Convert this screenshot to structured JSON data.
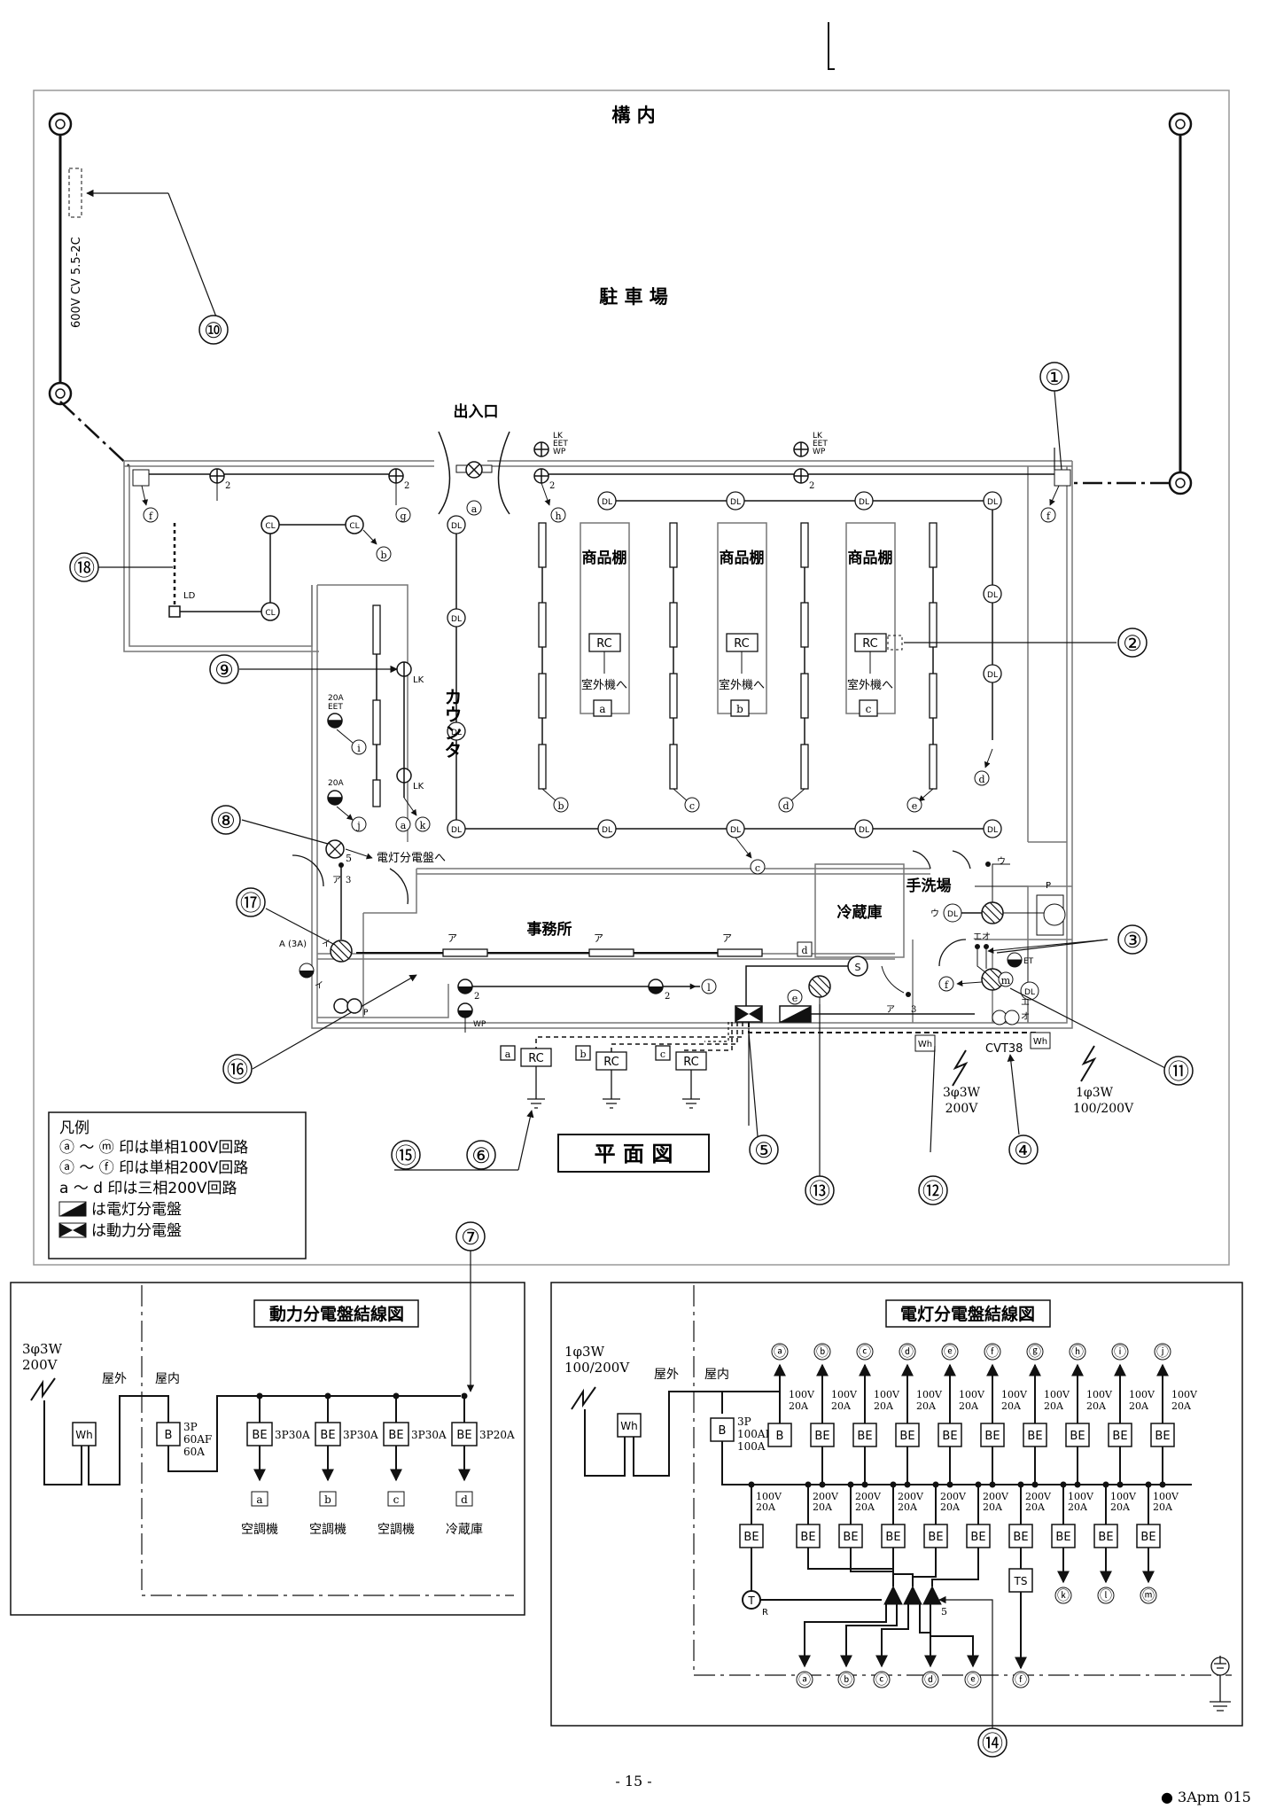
{
  "plan": {
    "site_label": "構 内",
    "parking_label": "駐 車 場",
    "entrance_label": "出入口",
    "cable_label": "600V CV 5.5-2C",
    "shelf_label": "商品棚",
    "outdoor_unit_label": "室外機へ",
    "counter_label": "カウンタ",
    "office_label": "事務所",
    "fridge_room_label": "冷蔵庫",
    "washroom_label": "手洗場",
    "panel_arrow_label": "電灯分電盤へ",
    "title": "平 面 図",
    "supply_3phase": "3φ3W",
    "supply_3phase_v": "200V",
    "supply_1phase": "1φ3W",
    "supply_1phase_v": "100/200V",
    "cvt_label": "CVT38",
    "lk_wp": [
      "LK",
      "EET",
      "WP"
    ],
    "outlet_20a": "20A",
    "outlet_eet": "EET",
    "a3a": "A (3A)",
    "numbers": [
      "①",
      "②",
      "③",
      "④",
      "⑤",
      "⑥",
      "⑦",
      "⑧",
      "⑨",
      "⑩",
      "⑪",
      "⑫",
      "⑬",
      "⑭",
      "⑮",
      "⑯",
      "⑰",
      "⑱"
    ]
  },
  "legend": {
    "title": "凡例",
    "line1": "ⓐ ～ ⓜ 印は単相100V回路",
    "line2": "ⓐ ～ ⓕ 印は単相200V回路",
    "line3": "a ～ d 印は三相200V回路",
    "line4": "は電灯分電盤",
    "line5": "は動力分電盤"
  },
  "power_panel": {
    "title": "動力分電盤結線図",
    "supply": "3φ3W",
    "supply_v": "200V",
    "outdoor": "屋外",
    "indoor": "屋内",
    "main_breaker": [
      "3P",
      "60AF",
      "60A"
    ],
    "branches": [
      {
        "rating": "3P30A",
        "id": "a",
        "load": "空調機"
      },
      {
        "rating": "3P30A",
        "id": "b",
        "load": "空調機"
      },
      {
        "rating": "3P30A",
        "id": "c",
        "load": "空調機"
      },
      {
        "rating": "3P20A",
        "id": "d",
        "load": "冷蔵庫"
      }
    ]
  },
  "light_panel": {
    "title": "電灯分電盤結線図",
    "supply": "1φ3W",
    "supply_v": "100/200V",
    "outdoor": "屋外",
    "indoor": "屋内",
    "main_breaker": [
      "3P",
      "100AF",
      "100A"
    ],
    "upper_ids": [
      "ⓐ",
      "ⓑ",
      "ⓒ",
      "ⓓ",
      "ⓔ",
      "ⓕ",
      "ⓖ",
      "ⓗ",
      "ⓘ",
      "ⓙ"
    ],
    "lower_ids": [
      "ⓚ",
      "ⓛ",
      "ⓜ"
    ],
    "bottom_ids": [
      "ⓐ",
      "ⓑ",
      "ⓒ",
      "ⓓ",
      "ⓔ",
      "ⓕ"
    ],
    "rating_100": [
      "100V",
      "20A"
    ],
    "rating_200": [
      "200V",
      "20A"
    ],
    "ts": "TS",
    "tr": "R",
    "five": "5"
  },
  "footer": {
    "page": "- 15 -",
    "code": "● 3Apm 015"
  }
}
